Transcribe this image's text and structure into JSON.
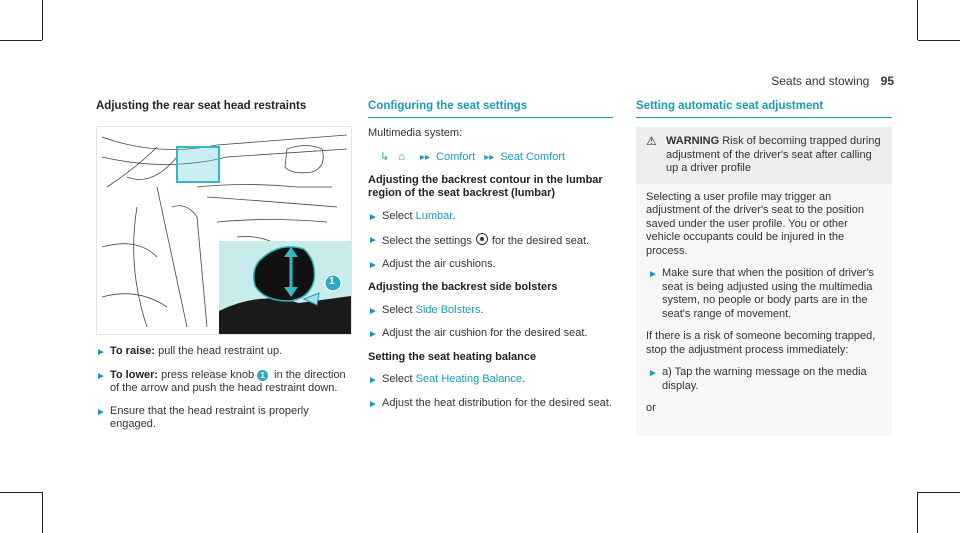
{
  "header": {
    "title": "Seats and stowing",
    "page": "95"
  },
  "col1": {
    "heading": "Adjusting the rear seat head restraints",
    "figure_callout": "1",
    "steps": [
      {
        "bold": "To raise:",
        "text": " pull the head restraint up."
      },
      {
        "bold": "To lower:",
        "text_before": " press release knob",
        "knob": "1",
        "text_after": " in the direction of the arrow and push the head restraint down."
      },
      {
        "text": "Ensure that the head restraint is properly engaged."
      }
    ]
  },
  "col2": {
    "heading": "Configuring the seat settings",
    "intro": "Multimedia system:",
    "path": [
      "Comfort",
      "Seat Comfort"
    ],
    "lumbar_heading": "Adjusting the backrest contour in the lumbar region of the seat backrest (lumbar)",
    "lumbar_steps": [
      {
        "text_before": "Select ",
        "link": "Lumbar",
        "text_after": "."
      },
      {
        "text_before": "Select the settings",
        "text_after": "for the desired seat."
      },
      {
        "text": "Adjust the air cushions."
      }
    ],
    "bolster_heading": "Adjusting the backrest side bolsters",
    "bolster_steps": [
      {
        "text_before": "Select ",
        "link": "Side Bolsters",
        "text_after": "."
      },
      {
        "text": "Adjust the air cushion for the desired seat."
      }
    ],
    "heating_heading": "Setting the seat heating balance",
    "heating_steps": [
      {
        "text_before": "Select ",
        "link": "Seat Heating Balance",
        "text_after": "."
      },
      {
        "text": "Adjust the heat distribution for the desired seat."
      }
    ]
  },
  "col3": {
    "heading": "Setting automatic seat adjustment",
    "warning_label": "WARNING",
    "warning_title": " Risk of becoming trapped during adjustment of the driver's seat after calling up a driver profile",
    "para1": "Selecting a user profile may trigger an adjustment of the driver's seat to the position saved under the user profile. You or other vehicle occupants could be injured in the process.",
    "step1": "Make sure that when the position of driver's seat is being adjusted using the multimedia system, no people or body parts are in the seat's range of movement.",
    "para2": "If there is a risk of someone becoming trapped, stop the adjustment process immediately:",
    "step2": "a) Tap the warning message on the media display.",
    "or": "or"
  }
}
